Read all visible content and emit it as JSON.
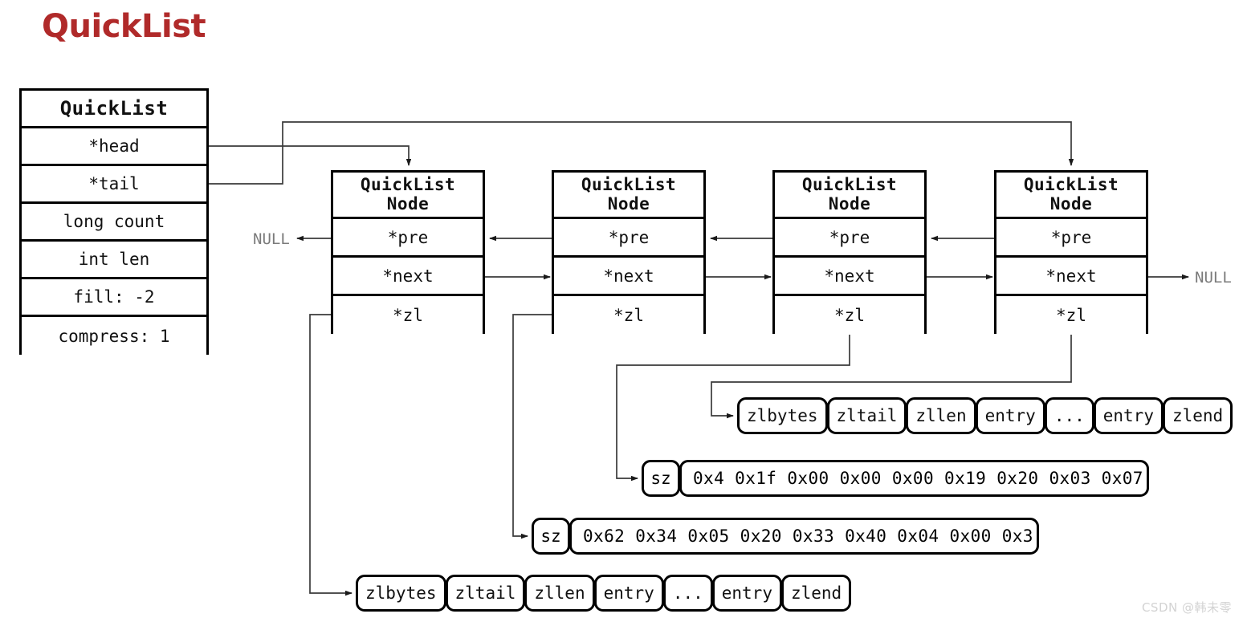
{
  "title": "QuickList",
  "colors": {
    "title": "#b02a2a",
    "stroke": "#000000",
    "null_text": "#7b7b7b",
    "watermark": "#d3d3d3",
    "background": "#ffffff"
  },
  "quicklist_struct": {
    "header": "QuickList",
    "fields": [
      {
        "label": "*head"
      },
      {
        "label": "*tail"
      },
      {
        "label": "long count"
      },
      {
        "label": "int len"
      },
      {
        "label": "fill: -2"
      },
      {
        "label": "compress: 1"
      }
    ]
  },
  "nodes": [
    {
      "header_line1": "QuickList",
      "header_line2": "Node",
      "fields": [
        {
          "label": "*pre"
        },
        {
          "label": "*next"
        },
        {
          "label": "*zl"
        }
      ]
    },
    {
      "header_line1": "QuickList",
      "header_line2": "Node",
      "fields": [
        {
          "label": "*pre"
        },
        {
          "label": "*next"
        },
        {
          "label": "*zl"
        }
      ]
    },
    {
      "header_line1": "QuickList",
      "header_line2": "Node",
      "fields": [
        {
          "label": "*pre"
        },
        {
          "label": "*next"
        },
        {
          "label": "*zl"
        }
      ]
    },
    {
      "header_line1": "QuickList",
      "header_line2": "Node",
      "fields": [
        {
          "label": "*pre"
        },
        {
          "label": "*next"
        },
        {
          "label": "*zl"
        }
      ]
    }
  ],
  "ziplists": [
    {
      "id": "ziplist-top",
      "cells": [
        "zlbytes",
        "zltail",
        "zllen",
        "entry",
        "...",
        "entry",
        "zlend"
      ]
    },
    {
      "id": "ziplist-bottom",
      "cells": [
        "zlbytes",
        "zltail",
        "zllen",
        "entry",
        "...",
        "entry",
        "zlend"
      ]
    }
  ],
  "sz_rows": [
    {
      "id": "szrow-1",
      "sz_label": "sz",
      "hex": "0x4 0x1f 0x00 0x00 0x00 0x19 0x20 0x03 0x07"
    },
    {
      "id": "szrow-2",
      "sz_label": "sz",
      "hex": "0x62 0x34 0x05 0x20 0x33 0x40 0x04 0x00 0x3"
    }
  ],
  "null_labels": {
    "left": "NULL",
    "right": "NULL"
  },
  "watermark": "CSDN @韩未零"
}
